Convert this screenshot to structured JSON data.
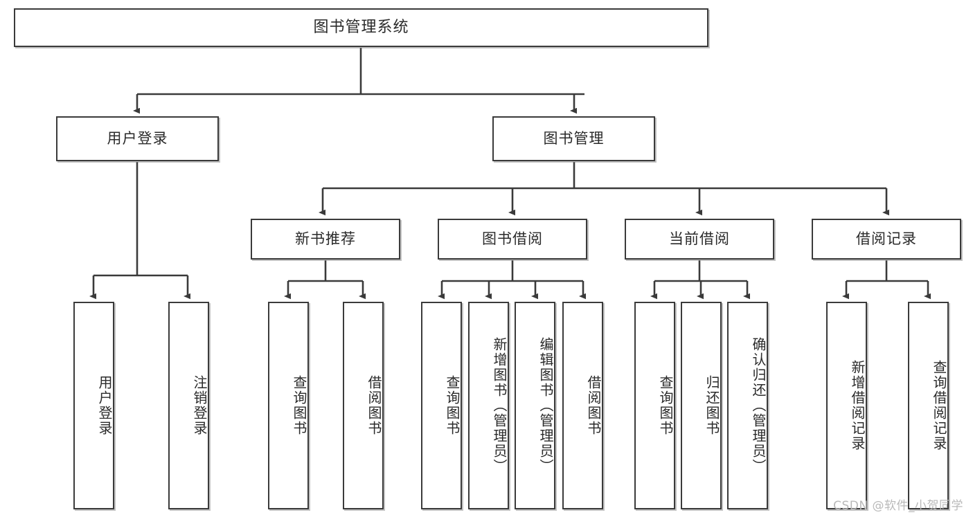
{
  "diagram": {
    "title": "图书管理系统",
    "watermark": "CSDN @软件_小贺同学",
    "colors": {
      "stroke": "#3a3a3a",
      "fill": "#ffffff",
      "text": "#2a2a2a",
      "watermark": "#b9b9b9"
    },
    "root": {
      "label": "图书管理系统"
    },
    "level2": [
      {
        "label": "用户登录"
      },
      {
        "label": "图书管理"
      }
    ],
    "level3": [
      {
        "label": "新书推荐"
      },
      {
        "label": "图书借阅"
      },
      {
        "label": "当前借阅"
      },
      {
        "label": "借阅记录"
      }
    ],
    "leaves": {
      "user_login": [
        {
          "label": "用户登录"
        },
        {
          "label": "注销登录"
        }
      ],
      "new_book": [
        {
          "label": "查询图书"
        },
        {
          "label": "借阅图书"
        }
      ],
      "book_borrow": [
        {
          "label": "查询图书"
        },
        {
          "label": "新增图书（管理员）"
        },
        {
          "label": "编辑图书（管理员）"
        },
        {
          "label": "借阅图书"
        }
      ],
      "current_borrow": [
        {
          "label": "查询图书"
        },
        {
          "label": "归还图书"
        },
        {
          "label": "确认归还（管理员）"
        }
      ],
      "borrow_record": [
        {
          "label": "新增借阅记录"
        },
        {
          "label": "查询借阅记录"
        }
      ]
    }
  }
}
